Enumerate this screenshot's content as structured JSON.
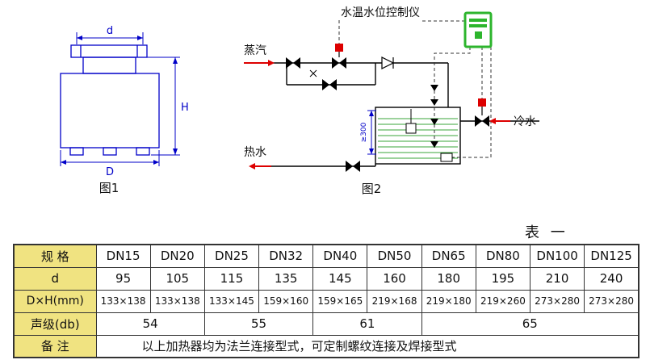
{
  "figure1": {
    "caption": "图1",
    "labels": {
      "d": "d",
      "H": "H",
      "D": "D"
    },
    "line_color": "#0000c8"
  },
  "figure2": {
    "caption": "图2",
    "controller_title": "水温水位控制仪",
    "steam_label": "蒸汽",
    "hot_water_label": "热水",
    "cold_water_label": "冷水",
    "level_dimension": "≥300",
    "colors": {
      "pipe": "#000000",
      "flow_arrow": "#dd0000",
      "actuator": "#dd0000",
      "water_lines": "#3aa53a",
      "controller_green": "#2db52d",
      "dimension_blue": "#0000c8"
    }
  },
  "table": {
    "caption": "表 一",
    "header_bg": "#f0e381",
    "spec_row": {
      "label": "规 格",
      "values": [
        "DN15",
        "DN20",
        "DN25",
        "DN32",
        "DN40",
        "DN50",
        "DN65",
        "DN80",
        "DN100",
        "DN125"
      ]
    },
    "d_row": {
      "label": "d",
      "values": [
        "95",
        "105",
        "115",
        "135",
        "145",
        "160",
        "180",
        "195",
        "210",
        "240"
      ]
    },
    "dxh_row": {
      "label": "D×H(mm)",
      "values": [
        "133×138",
        "133×138",
        "133×145",
        "159×160",
        "159×165",
        "219×168",
        "219×180",
        "219×260",
        "273×280",
        "273×280"
      ]
    },
    "noise_row": {
      "label": "声级(db)",
      "values": [
        "54",
        "55",
        "61",
        "65"
      ]
    },
    "note_row": {
      "label": "备 注",
      "value": "以上加热器均为法兰连接型式，可定制螺纹连接及焊接型式"
    }
  }
}
